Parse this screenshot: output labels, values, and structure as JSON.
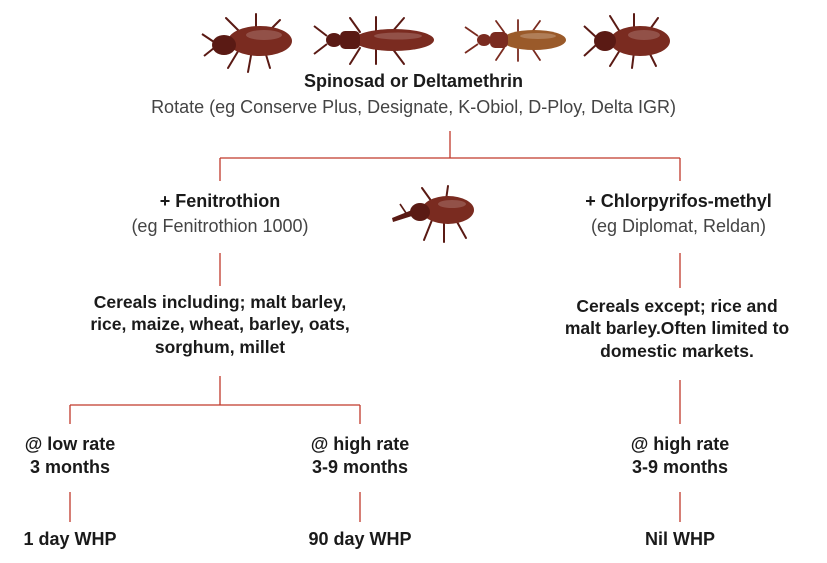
{
  "colors": {
    "connector": "#c0392b",
    "text": "#1a1a1a",
    "subtext": "#444444",
    "beetle_dark": "#5a1a14",
    "beetle_mid": "#7a2b20",
    "beetle_light": "#9a5a2a"
  },
  "images": {
    "top_beetles": [
      "beetle-icon",
      "beetle-icon",
      "beetle-icon",
      "beetle-icon"
    ],
    "middle_beetle": "weevil-icon"
  },
  "root": {
    "title": "Spinosad or Deltamethrin",
    "subtitle": "Rotate (eg Conserve Plus, Designate, K-Obiol, D-Ploy, Delta IGR)"
  },
  "left": {
    "title": "+ Fenitrothion",
    "subtitle": "(eg Fenitrothion 1000)",
    "crops": [
      "Cereals including; malt barley,",
      "rice, maize, wheat, barley, oats,",
      "sorghum, millet"
    ],
    "low_rate": {
      "rate": "@ low rate",
      "duration": "3 months",
      "whp": "1 day WHP"
    },
    "high_rate": {
      "rate": "@ high rate",
      "duration": "3-9 months",
      "whp": "90 day WHP"
    }
  },
  "right": {
    "title": "+ Chlorpyrifos-methyl",
    "subtitle": "(eg Diplomat, Reldan)",
    "crops": [
      "Cereals except; rice and",
      "malt barley.Often limited to",
      "domestic markets."
    ],
    "high_rate": {
      "rate": "@ high rate",
      "duration": "3-9 months",
      "whp": "Nil WHP"
    }
  }
}
